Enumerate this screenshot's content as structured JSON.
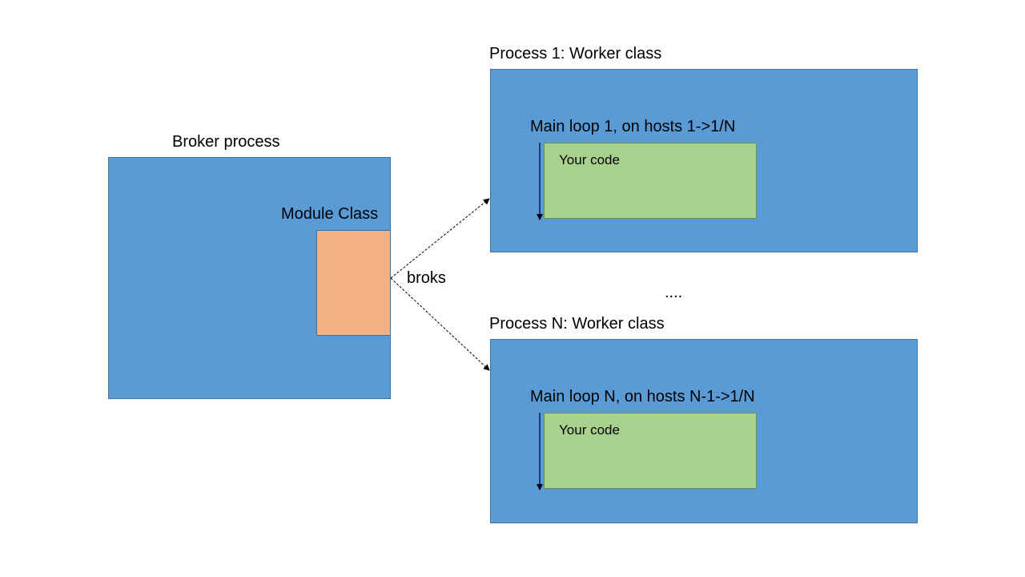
{
  "broker": {
    "title": "Broker process",
    "module_label": "Module Class"
  },
  "connector": {
    "label": "broks"
  },
  "process_1": {
    "title": "Process 1: Worker class",
    "loop_label": "Main loop 1, on hosts 1->1/N",
    "code_label": "Your code"
  },
  "ellipsis": "....",
  "process_n": {
    "title": "Process N: Worker class",
    "loop_label": "Main loop N, on hosts N-1->1/N",
    "code_label": "Your code"
  },
  "colors": {
    "process_box": "#5b9bd5",
    "module_box": "#f4b183",
    "code_box": "#a9d18e"
  }
}
